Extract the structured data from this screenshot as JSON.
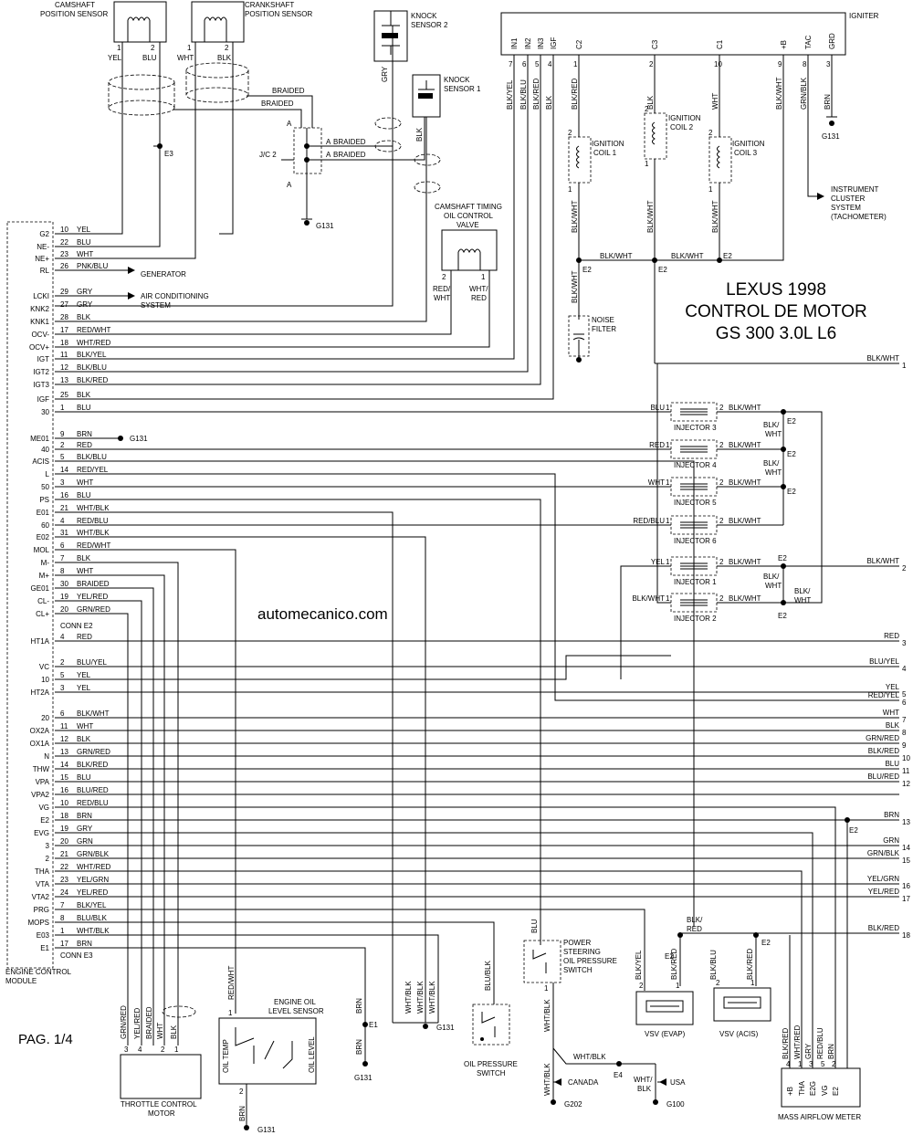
{
  "title": {
    "line1": "LEXUS 1998",
    "line2": "CONTROL DE MOTOR",
    "line3": "GS 300 3.0L L6"
  },
  "watermark": "automecanico.com",
  "page_label": "PAG. 1/4",
  "ecm": {
    "label_line1": "ENGINE CONTROL",
    "label_line2": "MODULE",
    "conn_e2": "CONN E2",
    "conn_e3": "CONN E3",
    "pins": [
      {
        "term": "G2",
        "pin": "10",
        "color": "YEL"
      },
      {
        "term": "NE-",
        "pin": "22",
        "color": "BLU"
      },
      {
        "term": "NE+",
        "pin": "23",
        "color": "WHT"
      },
      {
        "term": "RL",
        "pin": "26",
        "color": "PNK/BLU"
      },
      {
        "term": "LCKI",
        "pin": "29",
        "color": "GRY"
      },
      {
        "term": "KNK2",
        "pin": "27",
        "color": "GRY"
      },
      {
        "term": "KNK1",
        "pin": "28",
        "color": "BLK"
      },
      {
        "term": "OCV-",
        "pin": "17",
        "color": "RED/WHT"
      },
      {
        "term": "OCV+",
        "pin": "18",
        "color": "WHT/RED"
      },
      {
        "term": "IGT",
        "pin": "11",
        "color": "BLK/YEL"
      },
      {
        "term": "IGT2",
        "pin": "12",
        "color": "BLK/BLU"
      },
      {
        "term": "IGT3",
        "pin": "13",
        "color": "BLK/RED"
      },
      {
        "term": "IGF",
        "pin": "25",
        "color": "BLK"
      },
      {
        "term": "30",
        "pin": "1",
        "color": "BLU"
      },
      {
        "term": "ME01",
        "pin": "9",
        "color": "BRN"
      },
      {
        "term": "40",
        "pin": "2",
        "color": "RED"
      },
      {
        "term": "ACIS",
        "pin": "5",
        "color": "BLK/BLU"
      },
      {
        "term": "L",
        "pin": "14",
        "color": "RED/YEL"
      },
      {
        "term": "50",
        "pin": "3",
        "color": "WHT"
      },
      {
        "term": "PS",
        "pin": "16",
        "color": "BLU"
      },
      {
        "term": "E01",
        "pin": "21",
        "color": "WHT/BLK"
      },
      {
        "term": "60",
        "pin": "4",
        "color": "RED/BLU"
      },
      {
        "term": "E02",
        "pin": "31",
        "color": "WHT/BLK"
      },
      {
        "term": "MOL",
        "pin": "6",
        "color": "RED/WHT"
      },
      {
        "term": "M-",
        "pin": "7",
        "color": "BLK"
      },
      {
        "term": "M+",
        "pin": "8",
        "color": "WHT"
      },
      {
        "term": "GE01",
        "pin": "30",
        "color": "BRAIDED"
      },
      {
        "term": "CL-",
        "pin": "19",
        "color": "YEL/RED"
      },
      {
        "term": "CL+",
        "pin": "20",
        "color": "GRN/RED"
      },
      {
        "term": "HT1A",
        "pin": "4",
        "color": "RED"
      },
      {
        "term": "VC",
        "pin": "2",
        "color": "BLU/YEL"
      },
      {
        "term": "10",
        "pin": "5",
        "color": "YEL"
      },
      {
        "term": "HT2A",
        "pin": "3",
        "color": "YEL"
      },
      {
        "term": "20",
        "pin": "6",
        "color": "BLK/WHT"
      },
      {
        "term": "OX2A",
        "pin": "11",
        "color": "WHT"
      },
      {
        "term": "OX1A",
        "pin": "12",
        "color": "BLK"
      },
      {
        "term": "N",
        "pin": "13",
        "color": "GRN/RED"
      },
      {
        "term": "THW",
        "pin": "14",
        "color": "BLK/RED"
      },
      {
        "term": "VPA",
        "pin": "15",
        "color": "BLU"
      },
      {
        "term": "VPA2",
        "pin": "16",
        "color": "BLU/RED"
      },
      {
        "term": "VG",
        "pin": "10",
        "color": "RED/BLU"
      },
      {
        "term": "E2",
        "pin": "18",
        "color": "BRN"
      },
      {
        "term": "EVG",
        "pin": "19",
        "color": "GRY"
      },
      {
        "term": "3",
        "pin": "20",
        "color": "GRN"
      },
      {
        "term": "2",
        "pin": "21",
        "color": "GRN/BLK"
      },
      {
        "term": "THA",
        "pin": "22",
        "color": "WHT/RED"
      },
      {
        "term": "VTA",
        "pin": "23",
        "color": "YEL/GRN"
      },
      {
        "term": "VTA2",
        "pin": "24",
        "color": "YEL/RED"
      },
      {
        "term": "PRG",
        "pin": "7",
        "color": "BLK/YEL"
      },
      {
        "term": "MOPS",
        "pin": "8",
        "color": "BLU/BLK"
      },
      {
        "term": "E03",
        "pin": "1",
        "color": "WHT/BLK"
      },
      {
        "term": "E1",
        "pin": "17",
        "color": "BRN"
      }
    ]
  },
  "outputs": [
    {
      "num": "1",
      "color": "BLK/WHT"
    },
    {
      "num": "2",
      "color": "BLK/WHT"
    },
    {
      "num": "3",
      "color": "RED"
    },
    {
      "num": "4",
      "color": "BLU/YEL"
    },
    {
      "num": "5",
      "color": "YEL"
    },
    {
      "num": "6",
      "color": "RED/YEL"
    },
    {
      "num": "7",
      "color": "WHT"
    },
    {
      "num": "8",
      "color": "BLK"
    },
    {
      "num": "9",
      "color": "GRN/RED"
    },
    {
      "num": "10",
      "color": "BLK/RED"
    },
    {
      "num": "11",
      "color": "BLU"
    },
    {
      "num": "12",
      "color": "BLU/RED"
    },
    {
      "num": "13",
      "color": "BRN"
    },
    {
      "num": "14",
      "color": "GRN"
    },
    {
      "num": "15",
      "color": "GRN/BLK"
    },
    {
      "num": "16",
      "color": "YEL/GRN"
    },
    {
      "num": "17",
      "color": "YEL/RED"
    },
    {
      "num": "18",
      "color": "BLK/RED"
    }
  ],
  "components": {
    "cam_sensor": {
      "line1": "CAMSHAFT",
      "line2": "POSITION SENSOR",
      "pin1": "1",
      "pin2": "2",
      "w1": "YEL",
      "w2": "BLU"
    },
    "crank_sensor": {
      "line1": "CRANKSHAFT",
      "line2": "POSITION SENSOR",
      "pin1": "1",
      "pin2": "2",
      "w1": "WHT",
      "w2": "BLK"
    },
    "knock2": {
      "line1": "KNOCK",
      "line2": "SENSOR 2",
      "wire": "GRY"
    },
    "knock1": {
      "line1": "KNOCK",
      "line2": "SENSOR 1",
      "wire": "BLK"
    },
    "jc2": {
      "label": "J/C 2",
      "a": "A"
    },
    "braided": "BRAIDED",
    "generator": "GENERATOR",
    "ac_line1": "AIR CONDITIONING",
    "ac_line2": "SYSTEM",
    "ocv": {
      "line1": "CAMSHAFT TIMING",
      "line2": "OIL CONTROL",
      "line3": "VALVE",
      "pin2": "2",
      "pin1": "1",
      "w2a": "RED/",
      "w2b": "WHT",
      "w1a": "WHT/",
      "w1b": "RED"
    },
    "igniter": {
      "label": "IGNITER",
      "terms": [
        {
          "name": "IN1",
          "pin": "7",
          "wire": "BLK/YEL"
        },
        {
          "name": "IN2",
          "pin": "6",
          "wire": "BLK/BLU"
        },
        {
          "name": "IN3",
          "pin": "5",
          "wire": "BLK/RED"
        },
        {
          "name": "IGF",
          "pin": "4",
          "wire": "BLK"
        },
        {
          "name": "C2",
          "pin": "1",
          "wire": "BLK/RED"
        },
        {
          "name": "C3",
          "pin": "2",
          "wire": "BLK"
        },
        {
          "name": "C1",
          "pin": "10",
          "wire": "WHT"
        },
        {
          "name": "+B",
          "pin": "9",
          "wire": "BLK/WHT"
        },
        {
          "name": "TAC",
          "pin": "8",
          "wire": "GRN/BLK"
        },
        {
          "name": "GRD",
          "pin": "3",
          "wire": "BRN"
        }
      ]
    },
    "coil1": {
      "line1": "IGNITION",
      "line2": "COIL 1",
      "p1": "1",
      "p2": "2",
      "wire": "BLK/WHT"
    },
    "coil2": {
      "line1": "IGNITION",
      "line2": "COIL 2",
      "p1": "1",
      "p2": "2",
      "wire": "BLK/WHT"
    },
    "coil3": {
      "line1": "IGNITION",
      "line2": "COIL 3",
      "p1": "1",
      "p2": "2",
      "wire": "BLK/WHT"
    },
    "coil_bus": "BLK/WHT",
    "noise_filter": {
      "line1": "NOISE",
      "line2": "FILTER",
      "wire": "BLK/WHT"
    },
    "tach": {
      "line1": "INSTRUMENT",
      "line2": "CLUSTER",
      "line3": "SYSTEM",
      "line4": "(TACHOMETER)"
    },
    "injectors": [
      {
        "label": "INJECTOR 3",
        "in": "BLU",
        "p1": "1",
        "p2": "2",
        "out": "BLK/WHT"
      },
      {
        "label": "INJECTOR 4",
        "in": "RED",
        "p1": "1",
        "p2": "2",
        "out": "BLK/WHT"
      },
      {
        "label": "INJECTOR 5",
        "in": "WHT",
        "p1": "1",
        "p2": "2",
        "out": "BLK/WHT"
      },
      {
        "label": "INJECTOR 6",
        "in": "RED/BLU",
        "p1": "1",
        "p2": "2",
        "out": "BLK/WHT"
      },
      {
        "label": "INJECTOR 1",
        "in": "YEL",
        "p1": "1",
        "p2": "2",
        "out": "BLK/WHT"
      },
      {
        "label": "INJECTOR 2",
        "in": "BLK/WHT",
        "p1": "1",
        "p2": "2",
        "out": "BLK/WHT"
      }
    ],
    "inj_bus_a": "BLK/",
    "inj_bus_b": "WHT",
    "throttle": {
      "line1": "THROTTLE CONTROL",
      "line2": "MOTOR",
      "pins": [
        {
          "pin": "3",
          "wire": "GRN/RED"
        },
        {
          "pin": "4",
          "wire": "YEL/RED"
        },
        {
          "pin": "",
          "wire": "BRAIDED"
        },
        {
          "pin": "2",
          "wire": "WHT"
        },
        {
          "pin": "1",
          "wire": "BLK"
        }
      ]
    },
    "oil_level": {
      "line1": "ENGINE OIL",
      "line2": "LEVEL SENSOR",
      "temp": "OIL TEMP",
      "level": "OIL LEVEL",
      "p1": "1",
      "p2": "2",
      "w1": "RED/WHT",
      "w2": "BRN"
    },
    "oil_press": {
      "line1": "OIL PRESSURE",
      "line2": "SWITCH",
      "wire": "BLU/BLK"
    },
    "ps_switch": {
      "line1": "POWER",
      "line2": "STEERING",
      "line3": "OIL PRESSURE",
      "line4": "SWITCH",
      "pin": "1",
      "w1": "BLU",
      "w2": "WHT/BLK"
    },
    "vsv_evap": {
      "label": "VSV (EVAP)",
      "p2": "2",
      "p1": "1",
      "w2": "BLK/YEL",
      "w1": "BLK/RED"
    },
    "vsv_acis": {
      "label": "VSV (ACIS)",
      "p2": "2",
      "p1": "1",
      "w2": "BLK/BLU",
      "w1": "BLK/RED"
    },
    "vsv_bus_a": "BLK/",
    "vsv_bus_b": "RED",
    "maf": {
      "label": "MASS AIRFLOW METER",
      "pins": [
        {
          "pin": "4",
          "name": "+B",
          "wire": "BLK/RED"
        },
        {
          "pin": "1",
          "name": "THA",
          "wire": "WHT/RED"
        },
        {
          "pin": "3",
          "name": "E2G",
          "wire": "GRY"
        },
        {
          "pin": "5",
          "name": "VG",
          "wire": "RED/BLU"
        },
        {
          "pin": "2",
          "name": "E2",
          "wire": "BRN"
        }
      ]
    },
    "grounds": {
      "g131": "G131",
      "g202": "G202",
      "g100": "G100",
      "e1": "E1",
      "e2": "E2",
      "e3": "E3",
      "e4": "E4"
    },
    "canada": "CANADA",
    "usa": "USA",
    "wht_blk": "WHT/BLK",
    "wht_blk2a": "WHT/",
    "wht_blk2b": "BLK",
    "wht_blk_wire": "WHT/BLK"
  }
}
